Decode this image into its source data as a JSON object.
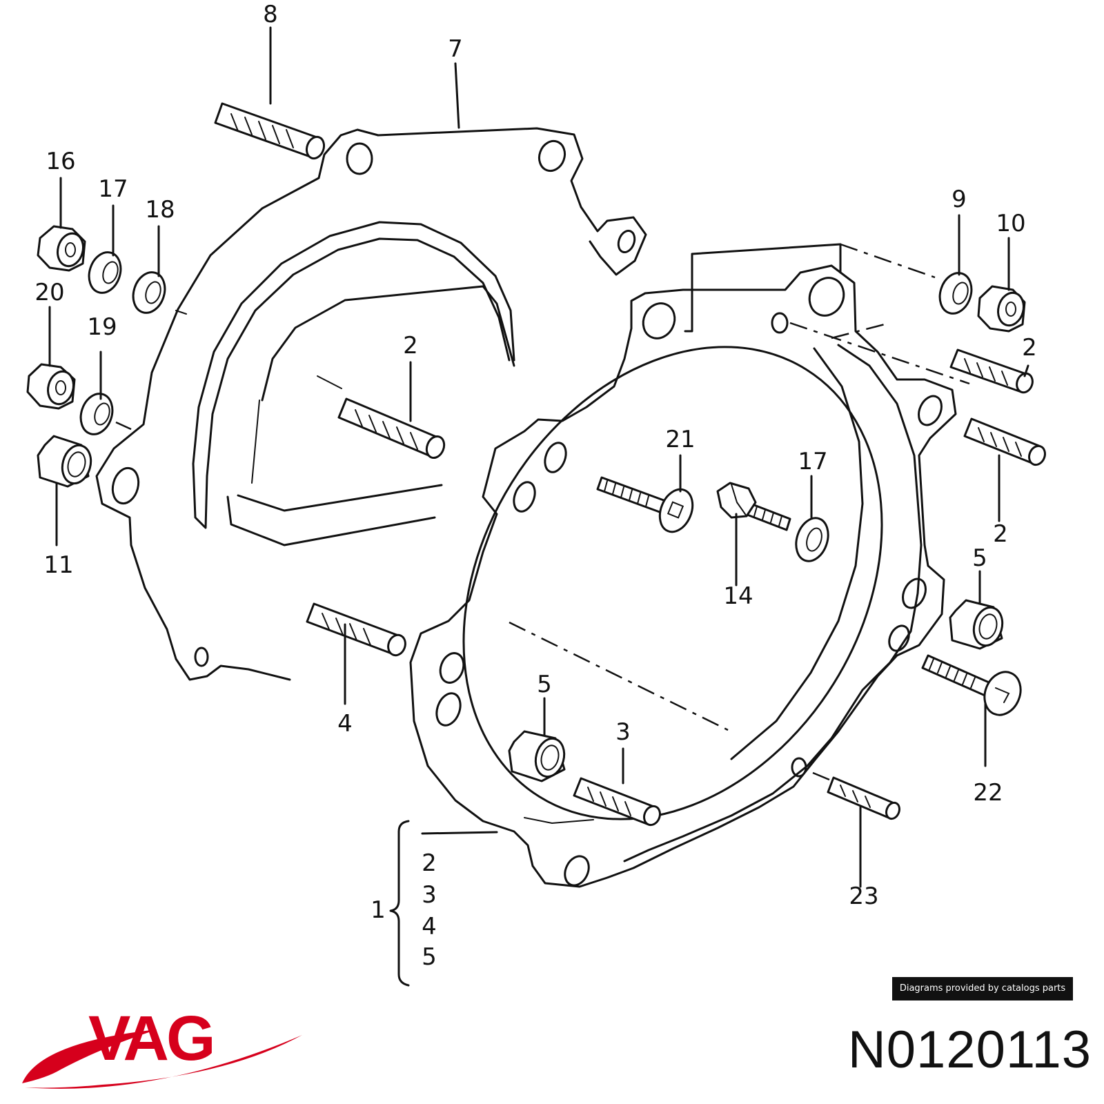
{
  "diagram": {
    "callouts": {
      "c1": "1",
      "c2a": "2",
      "c2b": "2",
      "c2c": "2",
      "c3": "3",
      "c4": "4",
      "c5a": "5",
      "c5b": "5",
      "c7": "7",
      "c8": "8",
      "c9": "9",
      "c10": "10",
      "c11": "11",
      "c14": "14",
      "c16": "16",
      "c17a": "17",
      "c17b": "17",
      "c18": "18",
      "c19": "19",
      "c20": "20",
      "c21": "21",
      "c22": "22",
      "c23": "23"
    },
    "group_items": [
      "2",
      "3",
      "4",
      "5"
    ]
  },
  "attribution": "Diagrams provided by catalogs parts",
  "brand": {
    "logo_text": "VAG",
    "logo_color": "#d6001c"
  },
  "part_number": "N0120113"
}
